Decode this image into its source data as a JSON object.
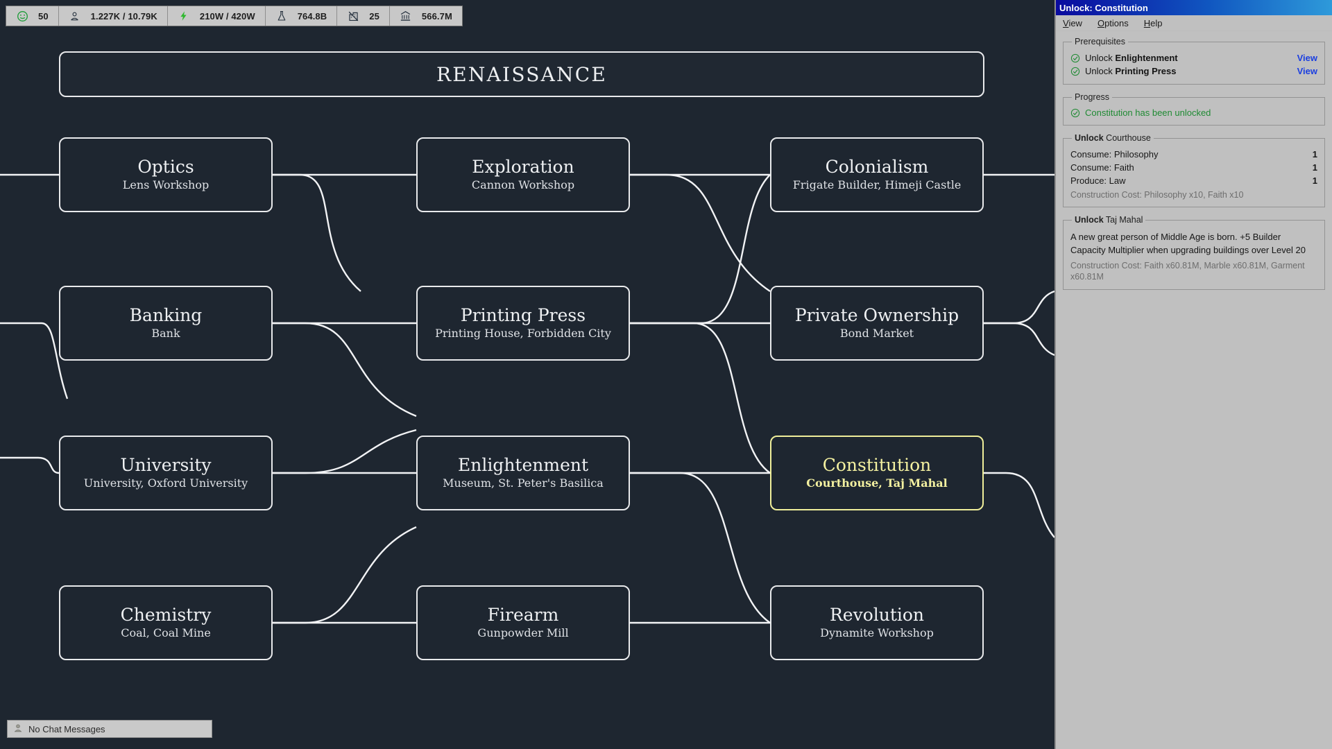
{
  "status_bar": {
    "items": [
      {
        "icon": "happiness-icon",
        "value": "50"
      },
      {
        "icon": "population-icon",
        "value": "1.227K / 10.79K"
      },
      {
        "icon": "power-icon",
        "value": "210W / 420W"
      },
      {
        "icon": "science-icon",
        "value": "764.8B"
      },
      {
        "icon": "builder-icon",
        "value": "25"
      },
      {
        "icon": "bank-icon",
        "value": "566.7M"
      }
    ]
  },
  "era": {
    "title": "RENAISSANCE"
  },
  "tech_tree": {
    "nodes": [
      {
        "id": "optics",
        "title": "Optics",
        "sub": "Lens Workshop",
        "col": 0,
        "row": 0,
        "selected": false
      },
      {
        "id": "exploration",
        "title": "Exploration",
        "sub": "Cannon Workshop",
        "col": 1,
        "row": 0,
        "selected": false
      },
      {
        "id": "colonialism",
        "title": "Colonialism",
        "sub": "Frigate Builder, Himeji Castle",
        "col": 2,
        "row": 0,
        "selected": false
      },
      {
        "id": "banking",
        "title": "Banking",
        "sub": "Bank",
        "col": 0,
        "row": 1,
        "selected": false
      },
      {
        "id": "printing-press",
        "title": "Printing Press",
        "sub": "Printing House, Forbidden City",
        "col": 1,
        "row": 1,
        "selected": false
      },
      {
        "id": "private-ownership",
        "title": "Private Ownership",
        "sub": "Bond Market",
        "col": 2,
        "row": 1,
        "selected": false
      },
      {
        "id": "university",
        "title": "University",
        "sub": "University, Oxford University",
        "col": 0,
        "row": 2,
        "selected": false
      },
      {
        "id": "enlightenment",
        "title": "Enlightenment",
        "sub": "Museum, St. Peter's Basilica",
        "col": 1,
        "row": 2,
        "selected": false
      },
      {
        "id": "constitution",
        "title": "Constitution",
        "sub": "Courthouse, Taj Mahal",
        "col": 2,
        "row": 2,
        "selected": true
      },
      {
        "id": "chemistry",
        "title": "Chemistry",
        "sub": "Coal, Coal Mine",
        "col": 0,
        "row": 3,
        "selected": false
      },
      {
        "id": "firearm",
        "title": "Firearm",
        "sub": "Gunpowder Mill",
        "col": 1,
        "row": 3,
        "selected": false
      },
      {
        "id": "revolution",
        "title": "Revolution",
        "sub": "Dynamite Workshop",
        "col": 2,
        "row": 3,
        "selected": false
      }
    ]
  },
  "chat": {
    "label": "No Chat Messages",
    "icon": "chat-user-icon"
  },
  "panel": {
    "title": "Unlock: Constitution",
    "menu": [
      {
        "label": "View",
        "accel": "V"
      },
      {
        "label": "Options",
        "accel": "O"
      },
      {
        "label": "Help",
        "accel": "H"
      }
    ],
    "prerequisites": {
      "legend": "Prerequisites",
      "rows": [
        {
          "prefix": "Unlock ",
          "name": "Enlightenment",
          "link": "View",
          "done": true
        },
        {
          "prefix": "Unlock ",
          "name": "Printing Press",
          "link": "View",
          "done": true
        }
      ]
    },
    "progress": {
      "legend": "Progress",
      "text": "Constitution has been unlocked",
      "done": true
    },
    "unlocks": [
      {
        "legend_bold": "Unlock",
        "legend_rest": " Courthouse",
        "stats": [
          {
            "label": "Consume: Philosophy",
            "value": "1"
          },
          {
            "label": "Consume: Faith",
            "value": "1"
          },
          {
            "label": "Produce: Law",
            "value": "1"
          }
        ],
        "cost": "Construction Cost: Philosophy x10, Faith x10"
      },
      {
        "legend_bold": "Unlock",
        "legend_rest": " Taj Mahal",
        "description": "A new great person of Middle Age is born. +5 Builder Capacity Multiplier when upgrading buildings over Level 20",
        "cost": "Construction Cost: Faith x60.81M, Marble x60.81M, Garment x60.81M"
      }
    ]
  },
  "colors": {
    "game_bg": "#1e2630",
    "node_border": "#e9eaec",
    "selected_border": "#f0ef9a",
    "selected_text": "#f3f0a0",
    "link_blue": "#1b3fe0",
    "ok_green": "#1f8a33",
    "panel_bg": "#c0c0c0"
  }
}
